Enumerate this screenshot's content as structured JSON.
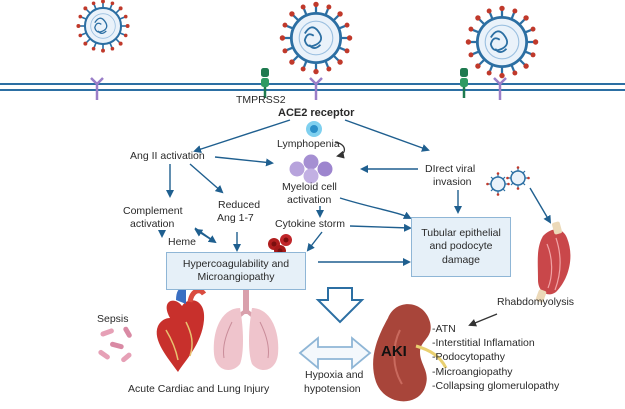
{
  "labels": {
    "tmprss2": "TMPRSS2",
    "ace2_receptor": "ACE2 receptor",
    "lymphopenia": "Lymphopenia",
    "ang2_activation": "Ang II activation",
    "myeloid_cell": "Myeloid cell",
    "activation": "activation",
    "direct_viral": "DIrect viral",
    "invasion": "invasion",
    "complement": "Complement",
    "complement_activation": "activation",
    "reduced": "Reduced",
    "ang17": "Ang 1-7",
    "heme": "Heme",
    "cytokine_storm": "Cytokine storm",
    "tubular_line1": "Tubular epithelial",
    "tubular_line2": "and podocyte",
    "tubular_line3": "damage",
    "hyper_line1": "Hypercoagulability and",
    "hyper_line2": "Microangiopathy",
    "rhabdo": "Rhabdomyolysis",
    "sepsis": "Sepsis",
    "cardiac_lung": "Acute Cardiac and Lung Injury",
    "hypoxia_line1": "Hypoxia and",
    "hypoxia_line2": "hypotension",
    "aki": "AKI"
  },
  "aki_items": [
    "-ATN",
    "-Interstitial Inflamation",
    "-Podocytopathy",
    "-Microangiopathy",
    "-Collapsing glomerulopathy"
  ],
  "colors": {
    "arrow": "#1f5f8f",
    "membrane": "#2c6fa3",
    "receptor": "#9a7ec8",
    "tmprss2": "#1e7a4f",
    "virus": "#2c6fa3",
    "spike": "#c0392b",
    "box_fill": "#e6f0f8",
    "box_border": "#8fb6d6",
    "kidney": "#a8453a",
    "lung": "#e7b3bd"
  }
}
